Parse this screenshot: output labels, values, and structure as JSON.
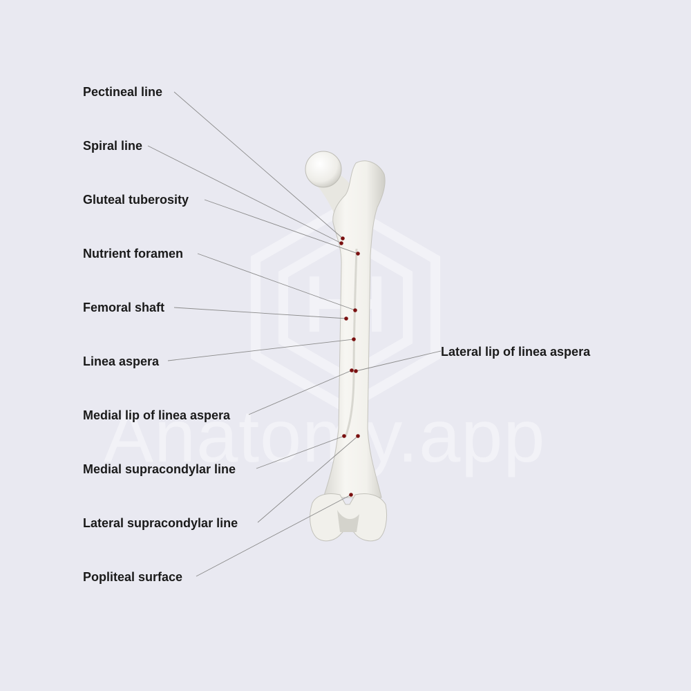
{
  "watermark": {
    "text": "Anatomy.app"
  },
  "colors": {
    "background": "#e9e9f1",
    "bone": "#f4f3ee",
    "bone_shadow": "#cfcfc8",
    "marker": "#7a1010",
    "leader_line": "#8a8a8a"
  },
  "labels": [
    {
      "id": "pectineal-line",
      "text": "Pectineal line"
    },
    {
      "id": "spiral-line",
      "text": "Spiral line"
    },
    {
      "id": "gluteal-tuberosity",
      "text": "Gluteal tuberosity"
    },
    {
      "id": "nutrient-foramen",
      "text": "Nutrient foramen"
    },
    {
      "id": "femoral-shaft",
      "text": "Femoral shaft"
    },
    {
      "id": "linea-aspera",
      "text": "Linea aspera"
    },
    {
      "id": "medial-lip-of-linea-aspera",
      "text": "Medial lip of linea aspera"
    },
    {
      "id": "medial-supracondylar-line",
      "text": "Medial supracondylar line"
    },
    {
      "id": "lateral-supracondylar-line",
      "text": "Lateral supracondylar line"
    },
    {
      "id": "popliteal-surface",
      "text": "Popliteal surface"
    },
    {
      "id": "lateral-lip-of-linea-aspera",
      "text": "Lateral lip of linea aspera"
    }
  ]
}
